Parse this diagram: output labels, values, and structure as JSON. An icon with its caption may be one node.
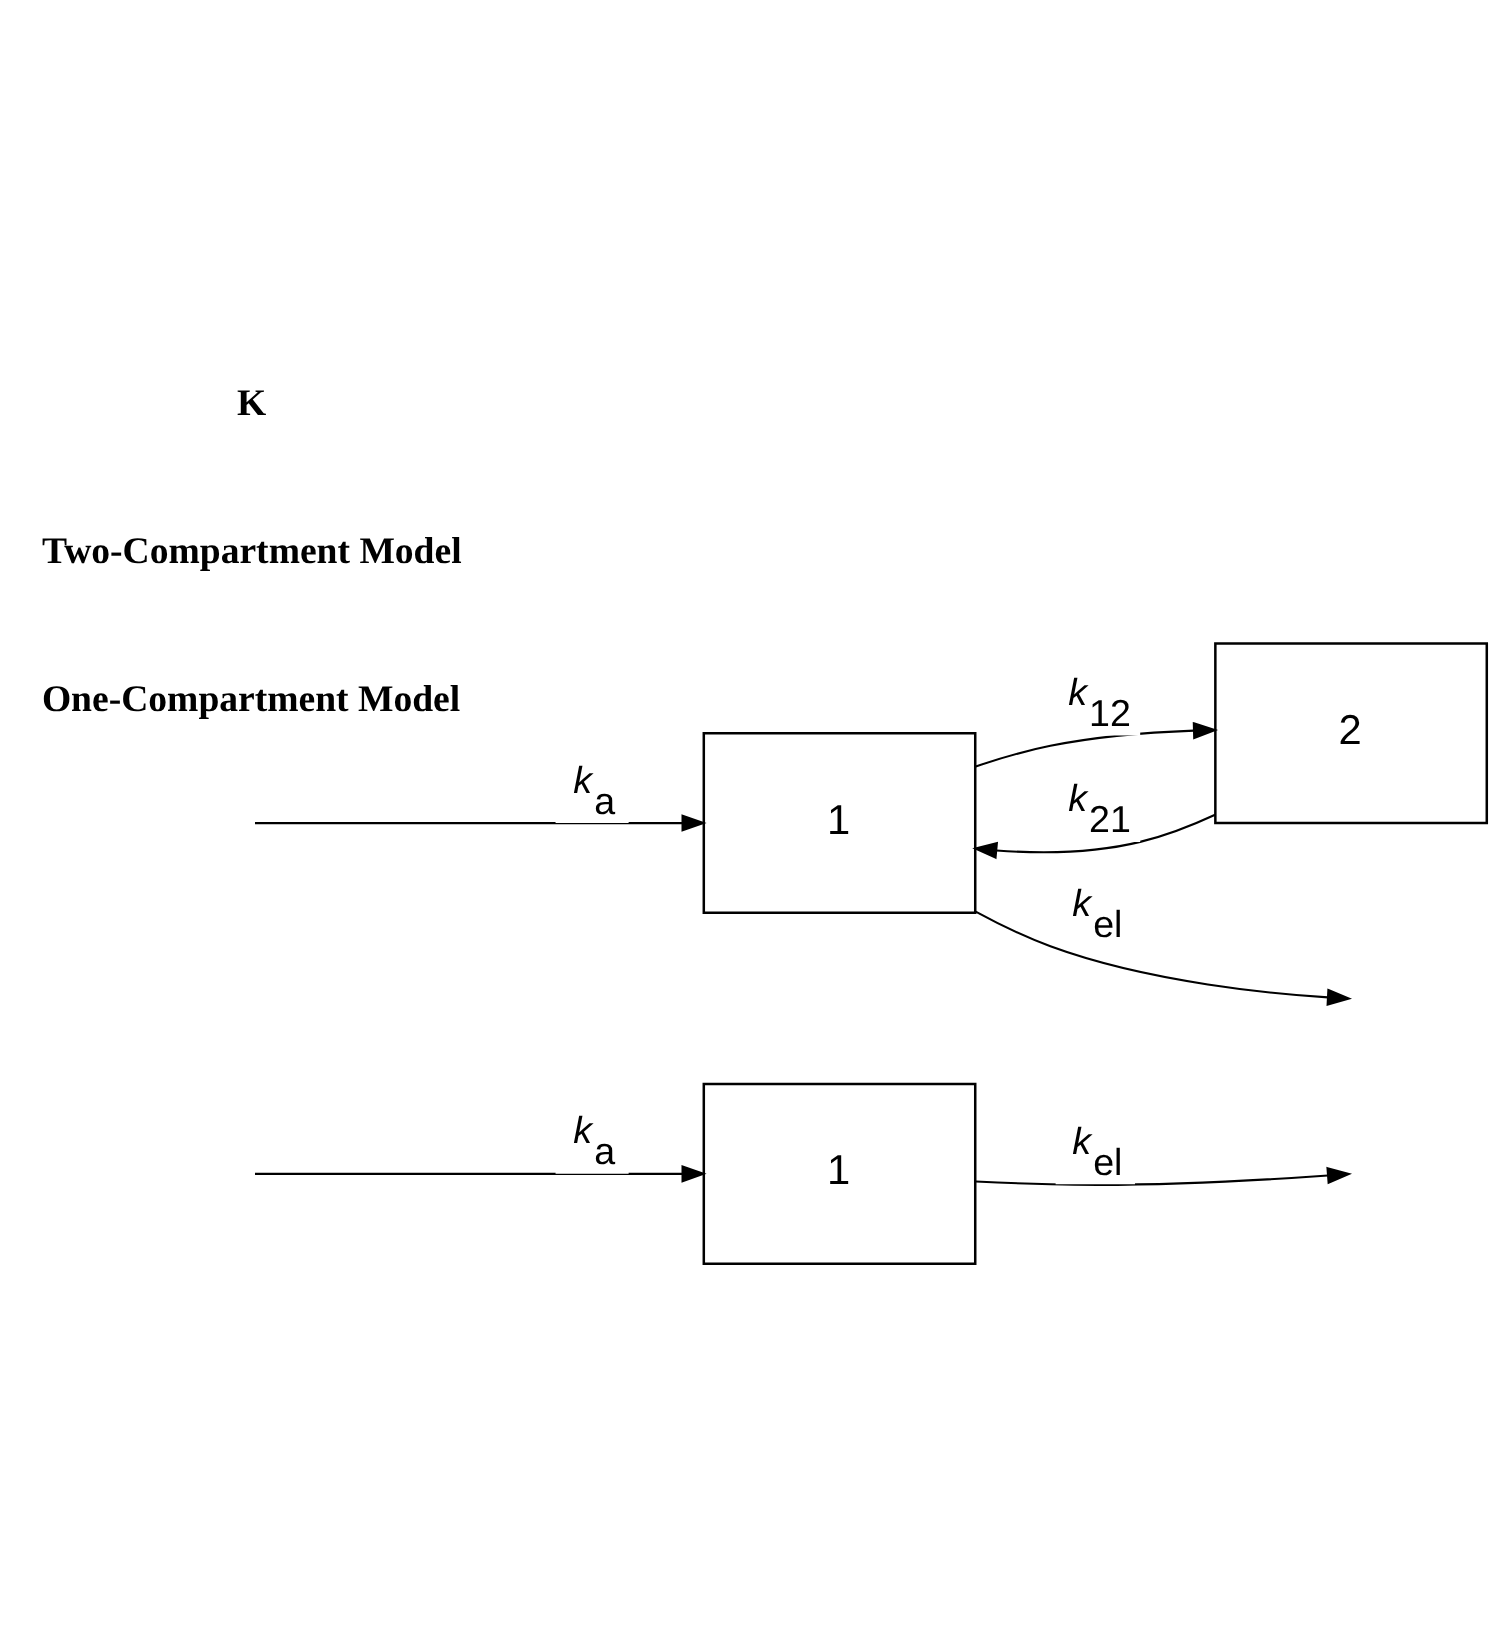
{
  "diagram": {
    "nodes": [
      {
        "text": [
          "1"
        ]
      },
      {
        "text": [
          "1"
        ]
      },
      {
        "text": [
          "2"
        ]
      }
    ],
    "edges": [
      {
        "from": null,
        "to": 0,
        "arrow": "to",
        "label": "*k*$_{a}$"
      },
      {
        "from": 0,
        "to": null,
        "arrow": "to",
        "label": "*k*$_{el}$"
      },
      {
        "from": null,
        "to": 1,
        "arrow": "to",
        "label": "*k*$_{a}$"
      },
      {
        "from": 1,
        "to": 2,
        "arrow": "to",
        "label": "*k*$_{12}$"
      },
      {
        "from": 2,
        "to": 1,
        "arrow": "to",
        "label": "*k*$_{21}$"
      },
      {
        "from": 1,
        "to": null,
        "arrow": "to",
        "label": "*k*$_{el}$"
      }
    ],
    "labels": [
      "One-Compartment Model",
      "Two-Compartment Model",
      "K"
    ]
  }
}
